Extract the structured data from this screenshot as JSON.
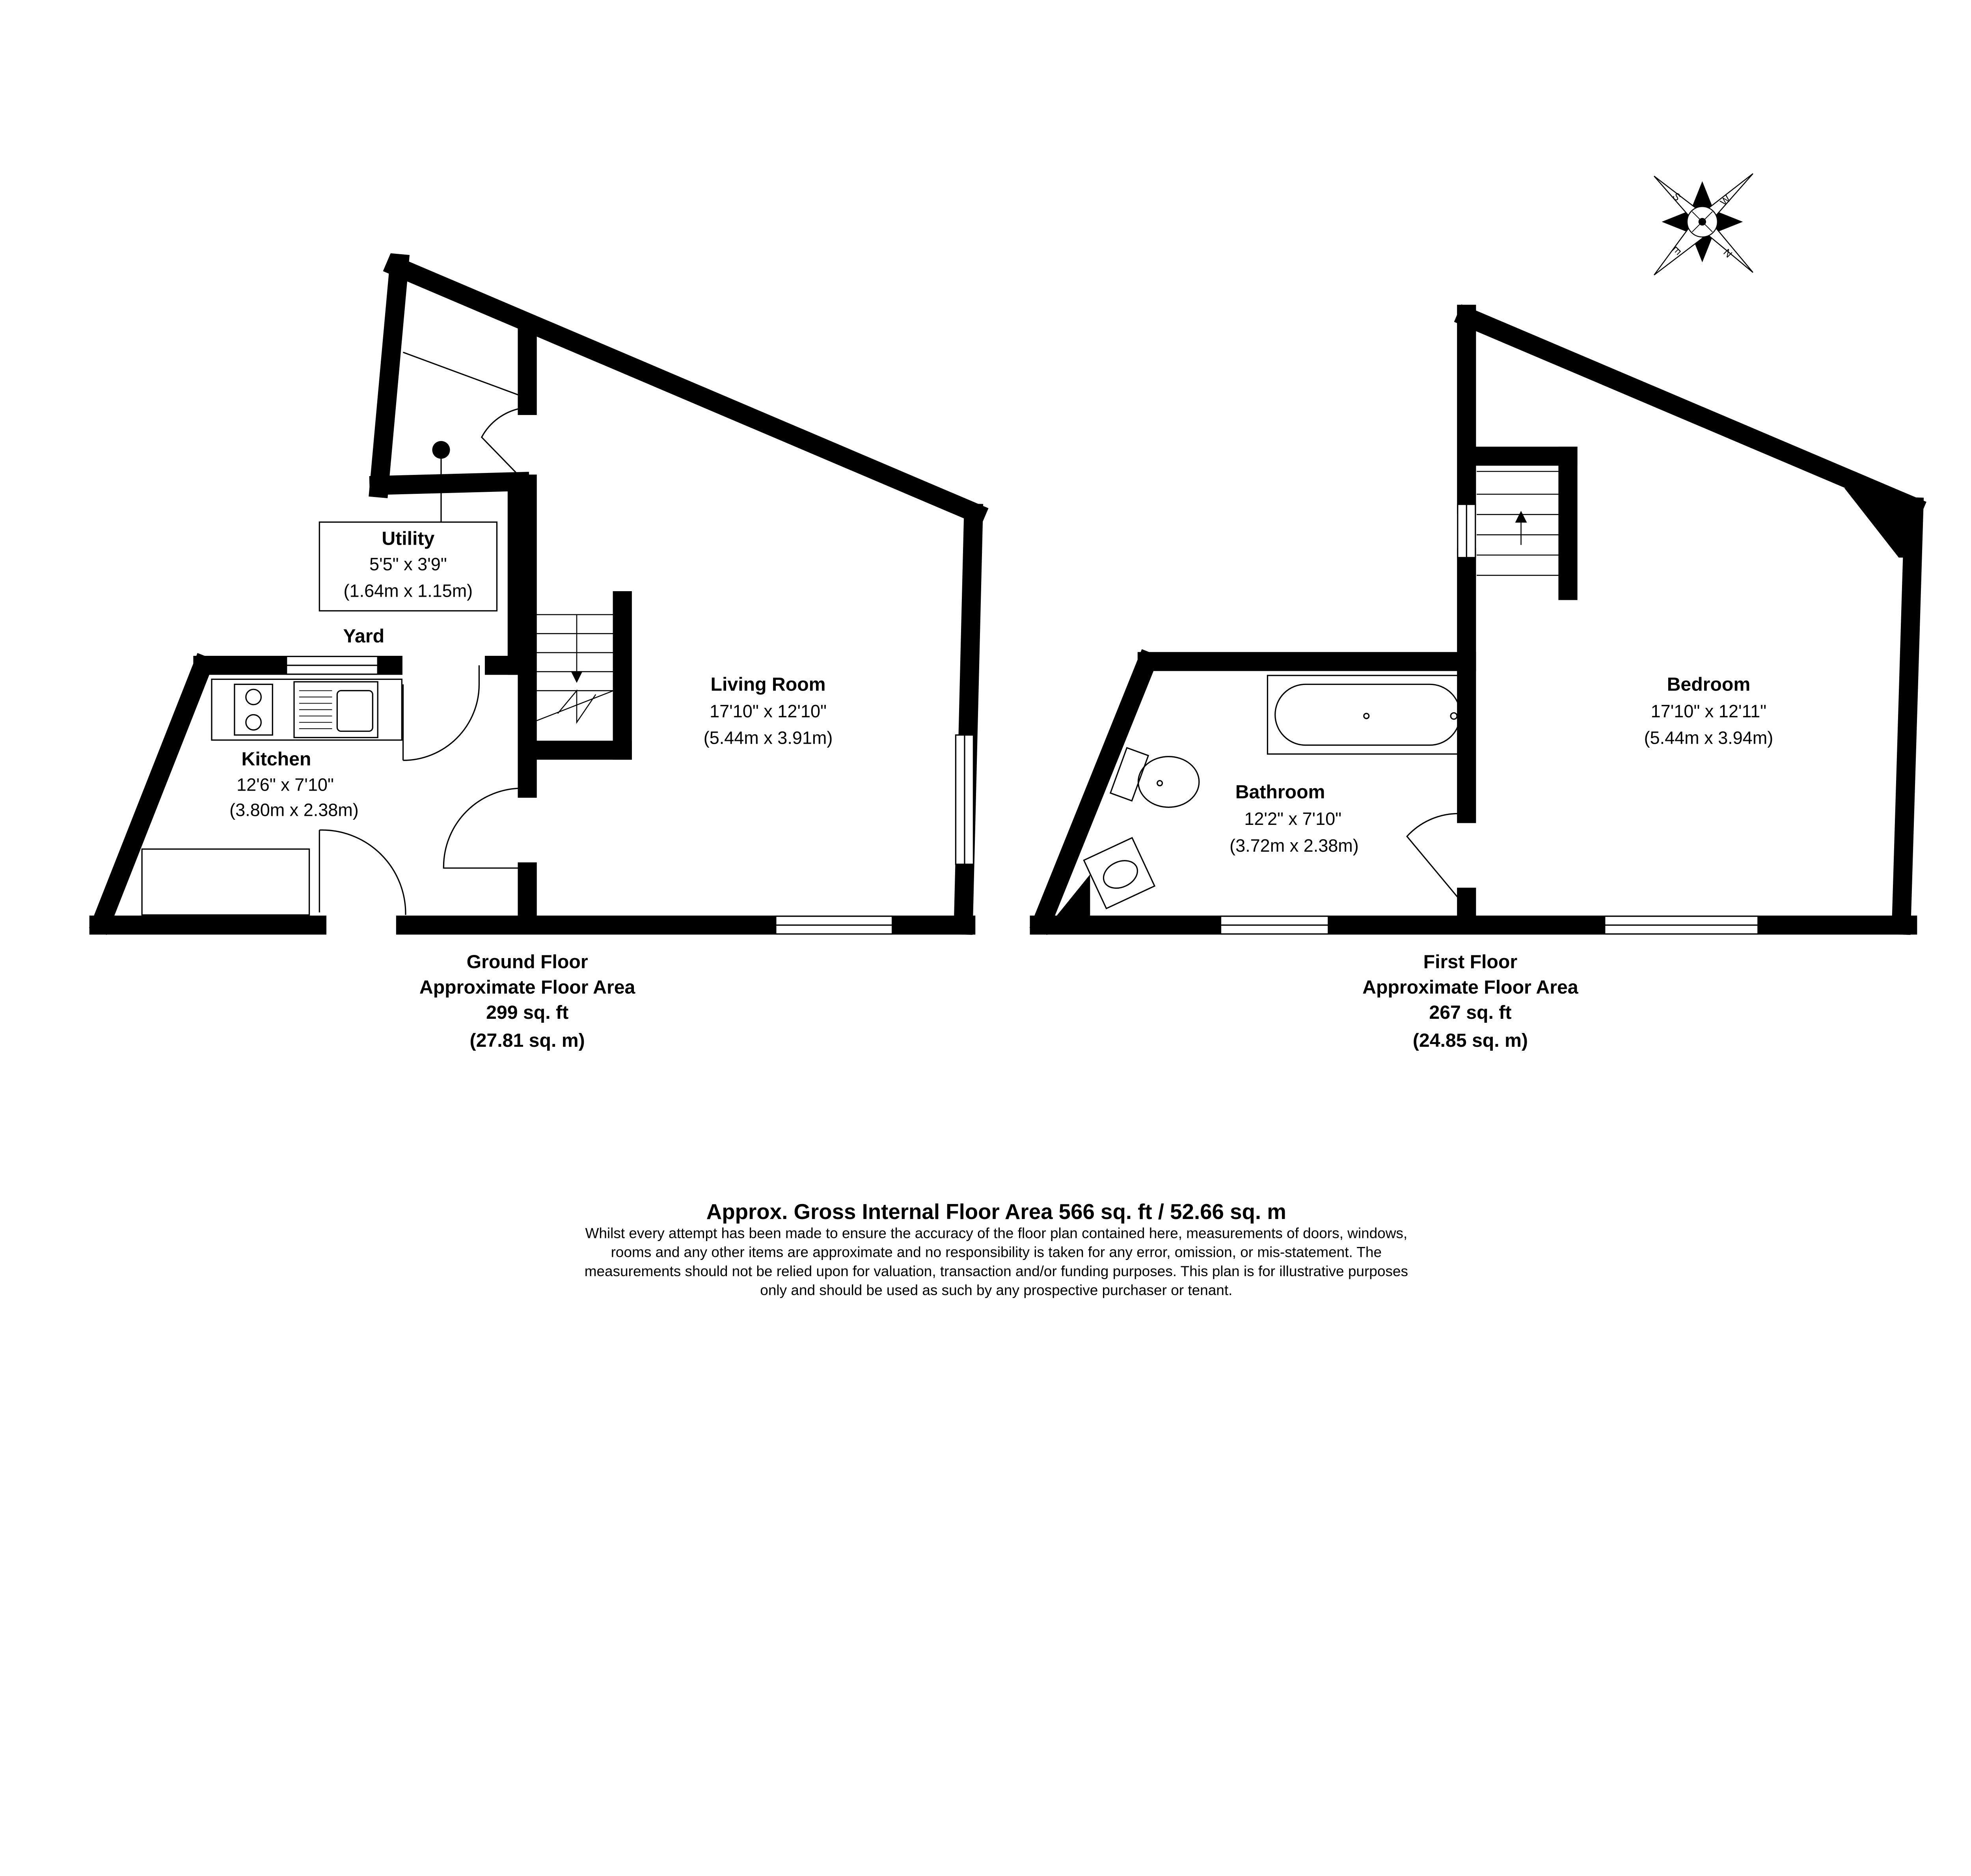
{
  "ground_floor": {
    "rooms": [
      {
        "name": "Utility",
        "imperial": "5'5\" x 3'9\"",
        "metric": "(1.64m x 1.15m)"
      },
      {
        "name": "Kitchen",
        "imperial": "12'6\" x 7'10\"",
        "metric": "(3.80m x 2.38m)"
      },
      {
        "name": "Living Room",
        "imperial": "17'10\" x 12'10\"",
        "metric": "(5.44m x 3.91m)"
      }
    ],
    "yard_label": "Yard",
    "title": "Ground Floor",
    "area_label": "Approximate Floor Area",
    "area_sqft": "299 sq. ft",
    "area_sqm": "(27.81 sq. m)"
  },
  "first_floor": {
    "rooms": [
      {
        "name": "Bathroom",
        "imperial": "12'2\" x 7'10\"",
        "metric": "(3.72m x 2.38m)"
      },
      {
        "name": "Bedroom",
        "imperial": "17'10\" x 12'11\"",
        "metric": "(5.44m x 3.94m)"
      }
    ],
    "title": "First Floor",
    "area_label": "Approximate Floor Area",
    "area_sqft": "267 sq. ft",
    "area_sqm": "(24.85 sq. m)"
  },
  "compass": {
    "labels": [
      "S",
      "W",
      "E",
      "N"
    ]
  },
  "footer": {
    "title": "Approx. Gross Internal Floor Area 566 sq. ft / 52.66 sq. m",
    "disclaimer_lines": [
      "Whilst every attempt has been made to ensure the accuracy of the floor plan contained here, measurements of doors, windows,",
      "rooms and any other items are approximate and no responsibility is taken for any error, omission, or mis-statement. The",
      "measurements should not be relied upon for valuation, transaction and/or funding purposes. This plan is for illustrative purposes",
      "only and should be used as such by any prospective purchaser or tenant."
    ]
  }
}
